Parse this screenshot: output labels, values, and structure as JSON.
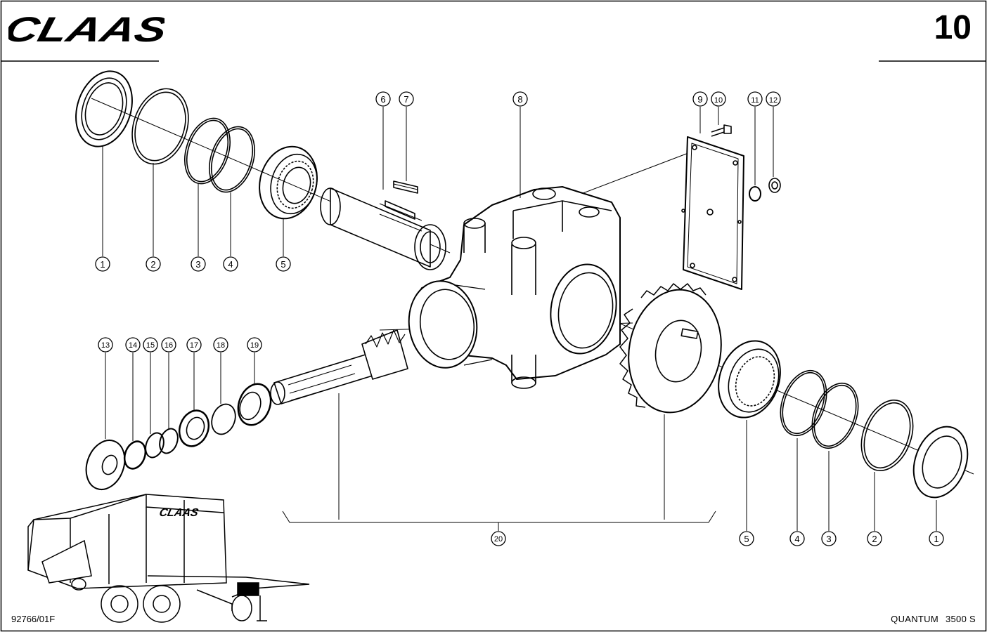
{
  "header": {
    "logo_text": "CLAAS",
    "page_number": "10"
  },
  "footer": {
    "drawing_id": "92766/01F",
    "model_name": "QUANTUM",
    "model_number": "3500 S"
  },
  "baler_logo_text": "CLAAS",
  "callouts": {
    "c1a": "1",
    "c2a": "2",
    "c3a": "3",
    "c4a": "4",
    "c5a": "5",
    "c6": "6",
    "c7": "7",
    "c8": "8",
    "c9": "9",
    "c10": "10",
    "c11": "11",
    "c12": "12",
    "c13": "13",
    "c14": "14",
    "c15": "15",
    "c16": "16",
    "c17": "17",
    "c18": "18",
    "c19": "19",
    "c20": "20",
    "c5b": "5",
    "c4b": "4",
    "c3b": "3",
    "c2b": "2",
    "c1b": "1"
  }
}
